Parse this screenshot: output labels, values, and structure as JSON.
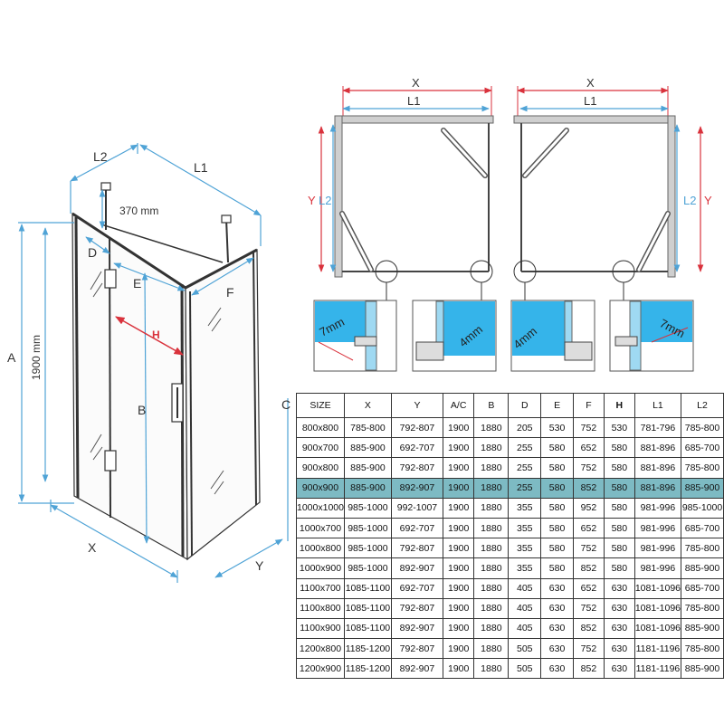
{
  "labels": {
    "L2": "L2",
    "L1": "L1",
    "mm370": "370 mm",
    "D": "D",
    "E": "E",
    "F": "F",
    "H": "H",
    "A": "A",
    "mm1900": "1900 mm",
    "B": "B",
    "X": "X",
    "Y": "Y",
    "C": "C"
  },
  "plans": {
    "X": "X",
    "L1": "L1",
    "Y": "Y",
    "L2": "L2"
  },
  "details": {
    "d1": "7mm",
    "d2": "4mm",
    "d3": "4mm",
    "d4": "7mm"
  },
  "table": {
    "headers": [
      "SIZE",
      "X",
      "Y",
      "A/C",
      "B",
      "D",
      "E",
      "F",
      "H",
      "L1",
      "L2"
    ],
    "highlight_row": 3,
    "rows": [
      [
        "800x800",
        "785-800",
        "792-807",
        "1900",
        "1880",
        "205",
        "530",
        "752",
        "530",
        "781-796",
        "785-800"
      ],
      [
        "900x700",
        "885-900",
        "692-707",
        "1900",
        "1880",
        "255",
        "580",
        "652",
        "580",
        "881-896",
        "685-700"
      ],
      [
        "900x800",
        "885-900",
        "792-807",
        "1900",
        "1880",
        "255",
        "580",
        "752",
        "580",
        "881-896",
        "785-800"
      ],
      [
        "900x900",
        "885-900",
        "892-907",
        "1900",
        "1880",
        "255",
        "580",
        "852",
        "580",
        "881-896",
        "885-900"
      ],
      [
        "1000x1000",
        "985-1000",
        "992-1007",
        "1900",
        "1880",
        "355",
        "580",
        "952",
        "580",
        "981-996",
        "985-1000"
      ],
      [
        "1000x700",
        "985-1000",
        "692-707",
        "1900",
        "1880",
        "355",
        "580",
        "652",
        "580",
        "981-996",
        "685-700"
      ],
      [
        "1000x800",
        "985-1000",
        "792-807",
        "1900",
        "1880",
        "355",
        "580",
        "752",
        "580",
        "981-996",
        "785-800"
      ],
      [
        "1000x900",
        "985-1000",
        "892-907",
        "1900",
        "1880",
        "355",
        "580",
        "852",
        "580",
        "981-996",
        "885-900"
      ],
      [
        "1100x700",
        "1085-1100",
        "692-707",
        "1900",
        "1880",
        "405",
        "630",
        "652",
        "630",
        "1081-1096",
        "685-700"
      ],
      [
        "1100x800",
        "1085-1100",
        "792-807",
        "1900",
        "1880",
        "405",
        "630",
        "752",
        "630",
        "1081-1096",
        "785-800"
      ],
      [
        "1100x900",
        "1085-1100",
        "892-907",
        "1900",
        "1880",
        "405",
        "630",
        "852",
        "630",
        "1081-1096",
        "885-900"
      ],
      [
        "1200x800",
        "1185-1200",
        "792-807",
        "1900",
        "1880",
        "505",
        "630",
        "752",
        "630",
        "1181-1196",
        "785-800"
      ],
      [
        "1200x900",
        "1185-1200",
        "892-907",
        "1900",
        "1880",
        "505",
        "630",
        "852",
        "630",
        "1181-1196",
        "885-900"
      ]
    ]
  },
  "colors": {
    "dim_blue": "#4fa3d6",
    "dim_red": "#d9323c",
    "glass": "#35b4ea",
    "highlight": "#7dbac3"
  }
}
